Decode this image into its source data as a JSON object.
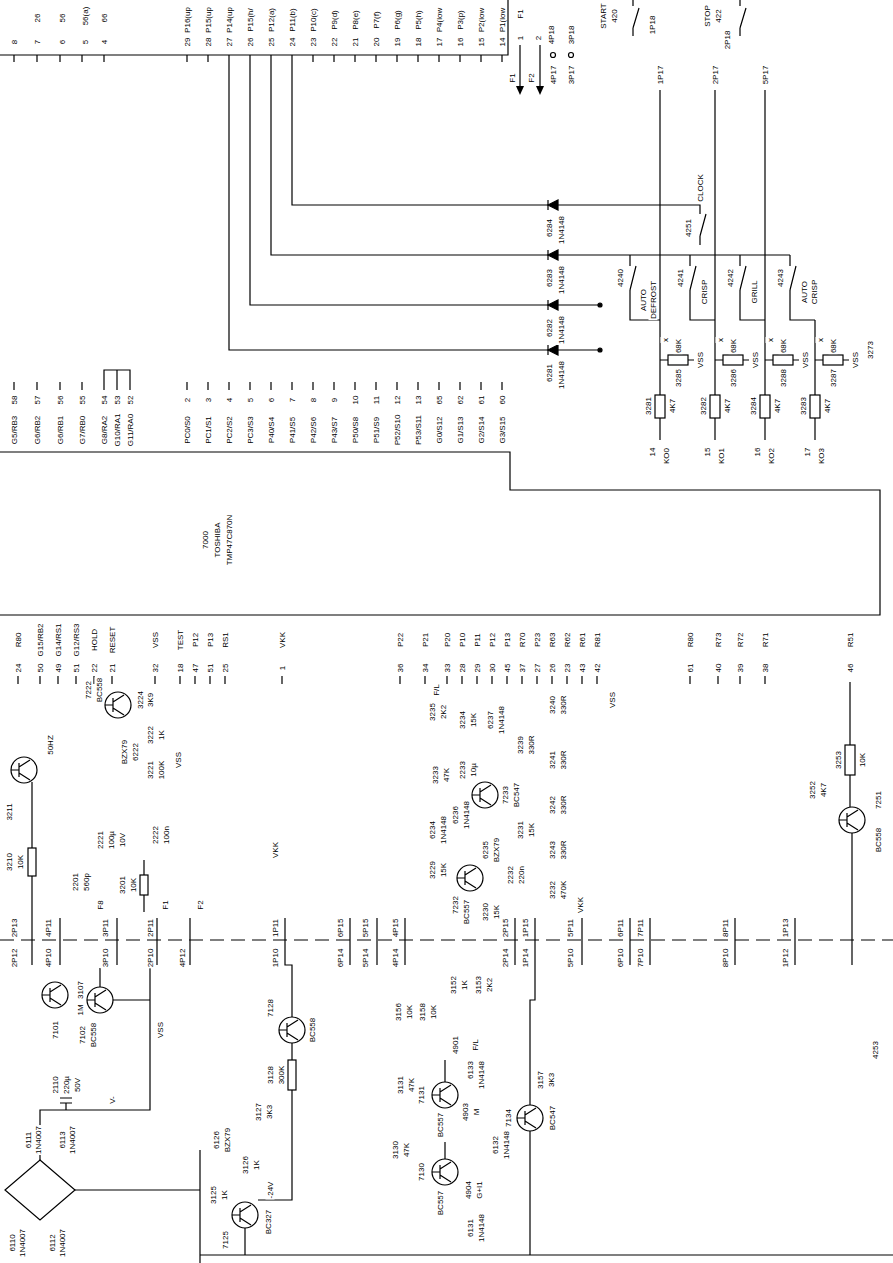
{
  "diagram": {
    "labels": [
      "8",
      "7",
      "26",
      "6",
      "56",
      "5",
      "56(a)",
      "4",
      "66",
      "29",
      "P16(up",
      "28",
      "P15(up",
      "27",
      "P14(up",
      "26",
      "P15(h/",
      "25",
      "P12(a)",
      "24",
      "P11(b)",
      "23",
      "P10(c)",
      "22",
      "P9(d)",
      "21",
      "P8(e)",
      "20",
      "P7(f)",
      "19",
      "P6(g)",
      "18",
      "P5(h)",
      "17",
      "P4(low",
      "16",
      "P3(p)",
      "15",
      "P2(low",
      "14",
      "P1(low",
      "F1",
      "1",
      "2",
      "F1",
      "F2",
      "4P18",
      "3P18",
      "4P17",
      "3P17",
      "START",
      "420",
      "1P18",
      "1P17",
      "STOP",
      "422",
      "2P18",
      "2P17",
      "5P17",
      "CLOCK",
      "4251",
      "6284",
      "1N4148",
      "6283",
      "1N4148",
      "6282",
      "1N4148",
      "6281",
      "1N4148",
      "4240",
      "AUTO",
      "DEFROST",
      "4241",
      "CRISP",
      "4242",
      "GRILL",
      "4243",
      "AUTO",
      "CRISP",
      "x",
      "3285",
      "68K",
      "VSS",
      "3281",
      "4K7",
      "x",
      "3286",
      "68K",
      "VSS",
      "3282",
      "4K7",
      "x",
      "3288",
      "68K",
      "VSS",
      "3284",
      "4K7",
      "x",
      "3287",
      "68K",
      "VSS",
      "3283",
      "4K7",
      "14",
      "KO0",
      "15",
      "KO1",
      "16",
      "KO2",
      "17",
      "KO3",
      "3273",
      "G5/RB3",
      "58",
      "G6/RB2",
      "57",
      "G6/RB1",
      "56",
      "G7/RB0",
      "55",
      "G8/RA2",
      "54",
      "G10/RA1",
      "53",
      "G11/RA0",
      "52",
      "PC0/S0",
      "2",
      "PC1/S1",
      "3",
      "PC2/S2",
      "4",
      "PC3/S3",
      "5",
      "P40/S4",
      "6",
      "P41/S5",
      "7",
      "P42/S6",
      "8",
      "P43/S7",
      "9",
      "P50/S8",
      "10",
      "P51/S9",
      "11",
      "P52/S10",
      "12",
      "P53/S11",
      "13",
      "G0/S12",
      "65",
      "G1/S13",
      "62",
      "G2/S14",
      "61",
      "G3/S15",
      "60",
      "7000",
      "TOSHIBA",
      "TMP47C870N",
      "R80",
      "24",
      "G15/RB2",
      "50",
      "G14/RS1",
      "49",
      "G12/RS3",
      "51",
      "HOLD",
      "22",
      "RESET",
      "21",
      "VSS",
      "32",
      "TEST",
      "18",
      "P12",
      "47",
      "P13",
      "51",
      "RS1",
      "25",
      "VKK",
      "1",
      "P22",
      "36",
      "P21",
      "34",
      "P20",
      "33",
      "P10",
      "28",
      "P11",
      "29",
      "P12",
      "30",
      "P13",
      "45",
      "R70",
      "37",
      "P23",
      "27",
      "R63",
      "26",
      "R62",
      "23",
      "R61",
      "43",
      "R81",
      "42",
      "F/L",
      "VSS",
      "R80",
      "61",
      "R73",
      "40",
      "R72",
      "39",
      "R71",
      "38",
      "R51",
      "46",
      "50HZ",
      "3211",
      "3210",
      "10K",
      "2P13",
      "2P12",
      "4P11",
      "4P10",
      "2201",
      "560p",
      "3201",
      "10K",
      "F8",
      "3P11",
      "3P10",
      "2221",
      "100µ",
      "10V",
      "2222",
      "100n",
      "3221",
      "100K",
      "1K",
      "3222",
      "7222",
      "BC558",
      "3224",
      "3K9",
      "6222",
      "BZX79",
      "VSS",
      "2P11",
      "F1",
      "2P10",
      "4P12",
      "F2",
      "VSS",
      "1P11",
      "1P10",
      "VKK",
      "7102",
      "BC558",
      "7101",
      "3107",
      "1M",
      "2110",
      "220µ",
      "50V",
      "6111",
      "1N4007",
      "6113",
      "1N4007",
      "6110",
      "1N4007",
      "6112",
      "1N4007",
      "V-",
      "-24V",
      "7128",
      "BC558",
      "3128",
      "300K",
      "3127",
      "3K3",
      "6126",
      "BZX79",
      "3126",
      "1K",
      "3125",
      "1K",
      "7125",
      "BC327",
      "6P15",
      "6P14",
      "5P15",
      "5P14",
      "4P15",
      "4P14",
      "3156",
      "10K",
      "3158",
      "10K",
      "3152",
      "1K",
      "3153",
      "2K2",
      "4901",
      "F/L",
      "6133",
      "1N4148",
      "7131",
      "BC557",
      "3131",
      "47K",
      "4903",
      "M",
      "6132",
      "1N4148",
      "3130",
      "47K",
      "7130",
      "BC557",
      "4904",
      "G+I1",
      "6131",
      "1N4148",
      "3157",
      "3K3",
      "7134",
      "BC547",
      "2P15",
      "1P15",
      "2P14",
      "1P14",
      "5P11",
      "5P10",
      "6P11",
      "6P10",
      "7P11",
      "7P10",
      "8P11",
      "8P10",
      "1P13",
      "1P12",
      "3235",
      "2K2",
      "3234",
      "15K",
      "6237",
      "1N4148",
      "2233",
      "10µ",
      "3233",
      "47K",
      "7233",
      "BC547",
      "3239",
      "330R",
      "3240",
      "330R",
      "3241",
      "330R",
      "3242",
      "330R",
      "3243",
      "330R",
      "3231",
      "15K",
      "3232",
      "470K",
      "VKK",
      "6236",
      "1N4148",
      "6234",
      "1N4148",
      "6235",
      "BZX79",
      "2232",
      "220n",
      "3229",
      "15K",
      "7232",
      "BC557",
      "3230",
      "15K",
      "3253",
      "10K",
      "3252",
      "4K7",
      "7251",
      "BC558",
      "4253"
    ]
  }
}
